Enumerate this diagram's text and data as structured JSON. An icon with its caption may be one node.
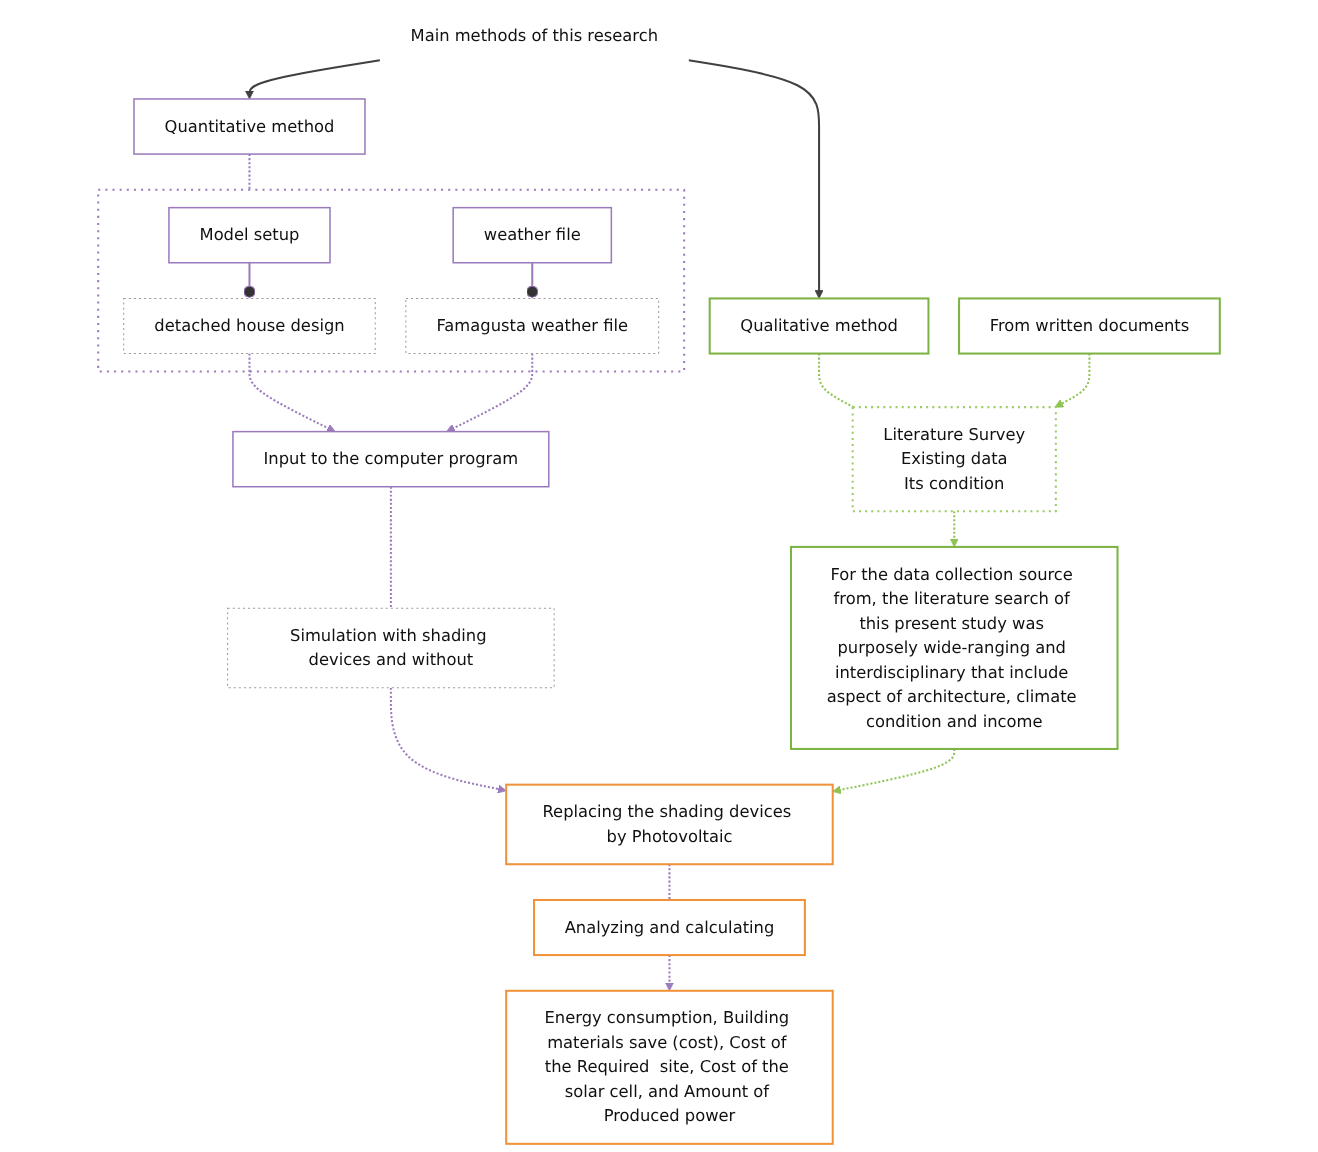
{
  "diagram": {
    "nodes": [
      {
        "text": [
          "Main methods of this research"
        ]
      },
      {
        "text": [
          "Qualitative method"
        ]
      },
      {
        "text": [
          "Quantitative method"
        ]
      },
      {
        "text": [
          "From written documents"
        ]
      },
      {
        "text": [
          "Literature Survey",
          "Existing data",
          "Its condition"
        ]
      },
      {
        "text": [
          "For the data collection source from, the literature search of this present study was purposely wide-ranging and interdisciplinary that include aspect of architecture, climate condition and income"
        ]
      },
      {
        "text": [],
        "shape": "box"
      },
      {
        "text": [
          "Model setup"
        ],
        "in": 6
      },
      {
        "text": [
          "weather file"
        ],
        "in": 6
      },
      {
        "text": [
          "detached house design"
        ],
        "in": 6
      },
      {
        "text": [
          "Famagusta weather file"
        ],
        "in": 6
      },
      {
        "text": [
          "Input to the computer program"
        ]
      },
      {
        "text": [
          "Simulation with shading devices and without"
        ]
      },
      {
        "text": [
          "Replacing the shading devices by Photovoltaic"
        ]
      },
      {
        "text": [
          "Analyzing and calculating"
        ]
      },
      {
        "text": [
          "Energy consumption, Building materials save (cost), Cost of the Required  site, Cost of the solar cell, and Amount of Produced power"
        ]
      }
    ],
    "edges": [
      {
        "from": 0,
        "to": 1,
        "arrow": "to",
        "color": "#404040"
      },
      {
        "from": 0,
        "to": 2,
        "arrow": "to",
        "color": "#404040"
      },
      {
        "from": 1,
        "to": 4,
        "arrow": "none",
        "style": "dashed",
        "color": "#8fc455"
      },
      {
        "from": 3,
        "to": 4,
        "arrow": "to",
        "style": "dashed",
        "color": "#8fc455"
      },
      {
        "from": 4,
        "to": 5,
        "arrow": "to",
        "style": "dashed",
        "color": "#8fc455"
      },
      {
        "from": 2,
        "to": 6,
        "arrow": "none",
        "style": "dashed"
      },
      {
        "from": 7,
        "to": 9,
        "arrow": "other"
      },
      {
        "from": 8,
        "to": 10,
        "arrow": "other"
      },
      {
        "from": 9,
        "to": 11,
        "arrow": "to",
        "style": "dashed"
      },
      {
        "from": 10,
        "to": 11,
        "arrow": "to",
        "style": "dashed"
      },
      {
        "from": 11,
        "to": 12,
        "arrow": "none",
        "style": "dashed"
      },
      {
        "from": 12,
        "to": 13,
        "arrow": "to",
        "style": "dashed"
      },
      {
        "from": 5,
        "to": 13,
        "arrow": "to",
        "style": "dashed",
        "color": "#8fc455"
      },
      {
        "from": 13,
        "to": 14,
        "arrow": "none",
        "style": "dashed"
      },
      {
        "from": 14,
        "to": 15,
        "arrow": "to",
        "style": "dashed"
      }
    ]
  }
}
